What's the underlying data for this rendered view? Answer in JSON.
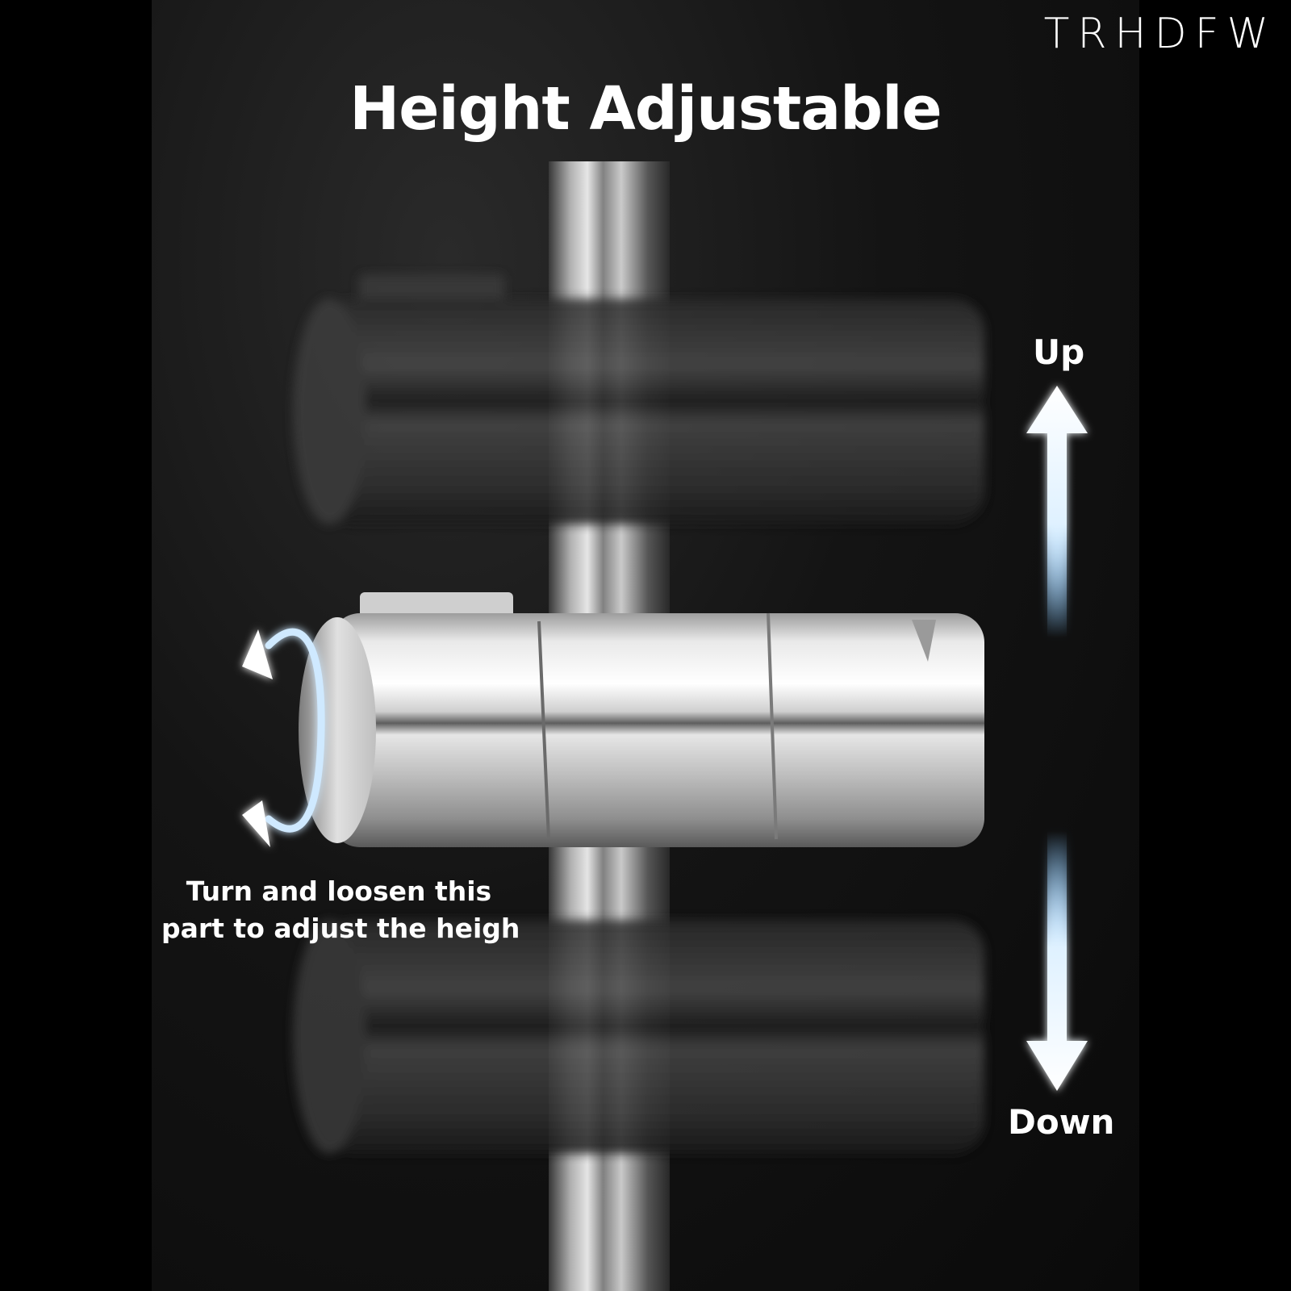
{
  "brand": "TRHDFW",
  "title": "Height Adjustable",
  "direction_up_label": "Up",
  "direction_down_label": "Down",
  "instruction": {
    "line1": "Turn and loosen this",
    "line2": "part to adjust the heigh"
  },
  "colors": {
    "background": "#000000",
    "text": "#ffffff",
    "arrow_glow": "#bfe4ff",
    "chrome_light": "#f2f2f2",
    "chrome_dark": "#6d6d6d"
  },
  "icons": {
    "rotate": "rotate-arrows-icon",
    "up": "arrow-up-icon",
    "down": "arrow-down-icon"
  }
}
